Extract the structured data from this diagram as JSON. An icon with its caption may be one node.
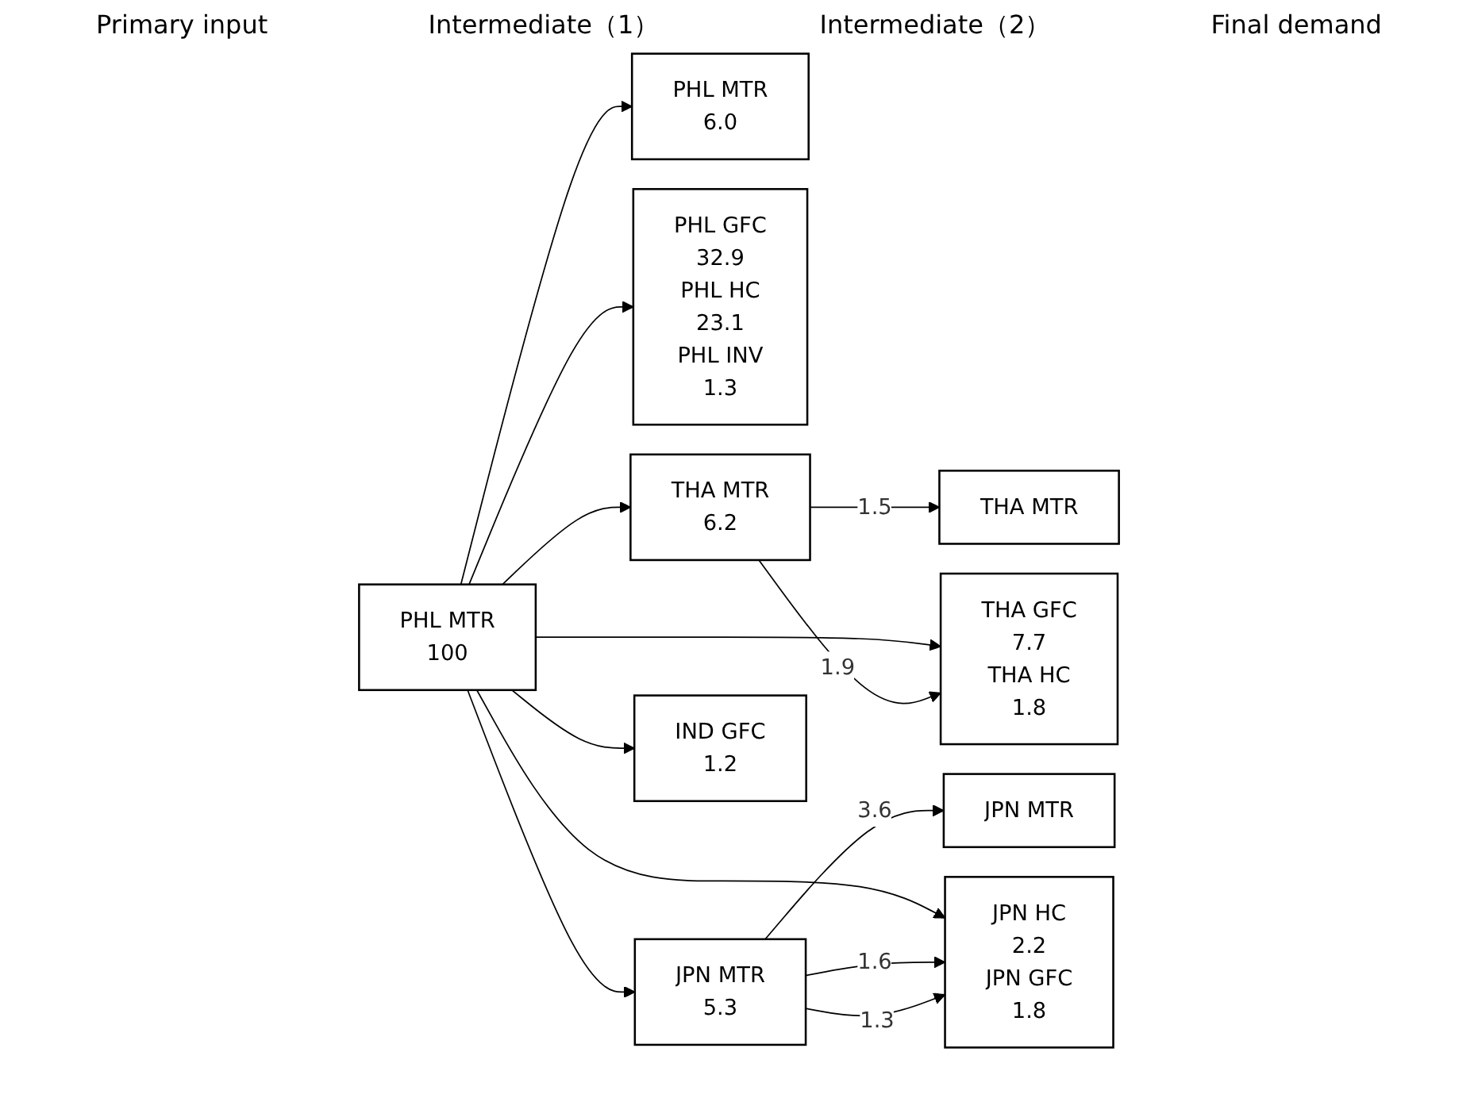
{
  "diagram": {
    "nodes": [
      {
        "text": [
          "PHL MTR",
          "100"
        ]
      },
      {
        "text": [
          "PHL MTR",
          "6.0"
        ]
      },
      {
        "text": [
          "PHL GFC",
          "32.9",
          "PHL HC",
          "23.1",
          "PHL INV",
          "1.3"
        ]
      },
      {
        "text": [
          "THA MTR",
          "6.2"
        ]
      },
      {
        "text": [
          "THA MTR"
        ]
      },
      {
        "text": [
          "THA GFC",
          "7.7",
          "THA HC",
          "1.8"
        ]
      },
      {
        "text": [
          "JPN MTR",
          "5.3"
        ]
      },
      {
        "text": [
          "JPN MTR"
        ]
      },
      {
        "text": [
          "JPN HC",
          "2.2",
          "JPN GFC",
          "1.8"
        ]
      },
      {
        "text": [
          "IND GFC",
          "1.2"
        ]
      }
    ],
    "edges": [
      {
        "from": 0,
        "to": 1,
        "arrow": "to"
      },
      {
        "from": 0,
        "to": 3,
        "arrow": "to"
      },
      {
        "from": 0,
        "to": 6,
        "arrow": "to"
      },
      {
        "from": 0,
        "to": 2,
        "arrow": "to"
      },
      {
        "from": 0,
        "to": 5,
        "arrow": "to"
      },
      {
        "from": 0,
        "to": 8,
        "arrow": "to"
      },
      {
        "from": 0,
        "to": 9,
        "arrow": "to"
      },
      {
        "from": 3,
        "to": 4,
        "arrow": "to",
        "label": "1.5"
      },
      {
        "from": 3,
        "to": 5,
        "arrow": "to",
        "label": "1.9"
      },
      {
        "from": 6,
        "to": 7,
        "arrow": "to",
        "label": "3.6"
      },
      {
        "from": 6,
        "to": 8,
        "arrow": "to",
        "label": "1.6"
      },
      {
        "from": 6,
        "to": 8,
        "arrow": "to",
        "label": "1.3"
      }
    ],
    "labels": [
      "Primary input",
      "Intermediate（1）",
      "Intermediate（2）",
      "Final demand"
    ]
  }
}
